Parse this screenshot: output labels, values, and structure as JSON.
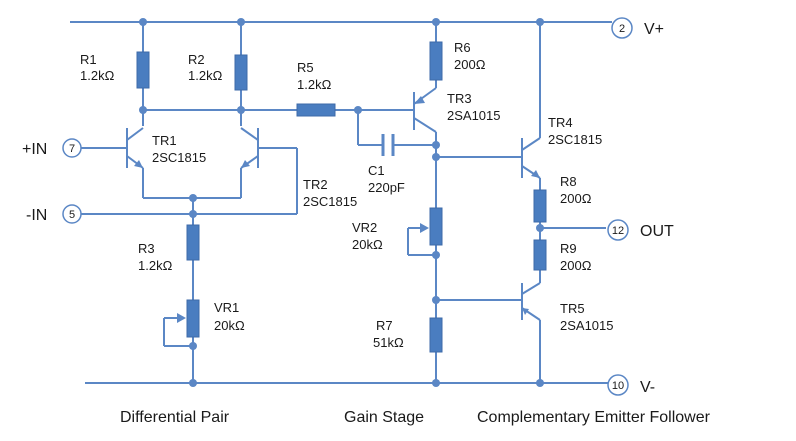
{
  "terminals": {
    "vplus_pin": "2",
    "vplus_label": "V+",
    "plus_in_pin": "7",
    "plus_in_label": "+IN",
    "minus_in_pin": "5",
    "minus_in_label": "-IN",
    "out_pin": "12",
    "out_label": "OUT",
    "vminus_pin": "10",
    "vminus_label": "V-"
  },
  "components": {
    "r1": {
      "name": "R1",
      "value": "1.2kΩ"
    },
    "r2": {
      "name": "R2",
      "value": "1.2kΩ"
    },
    "r5": {
      "name": "R5",
      "value": "1.2kΩ"
    },
    "r6": {
      "name": "R6",
      "value": "200Ω"
    },
    "tr3": {
      "name": "TR3",
      "part": "2SA1015"
    },
    "tr1": {
      "name": "TR1",
      "part": "2SC1815"
    },
    "tr2": {
      "name": "TR2",
      "part": "2SC1815"
    },
    "c1": {
      "name": "C1",
      "value": "220pF"
    },
    "tr4": {
      "name": "TR4",
      "part": "2SC1815"
    },
    "r8": {
      "name": "R8",
      "value": "200Ω"
    },
    "r9": {
      "name": "R9",
      "value": "200Ω"
    },
    "vr2": {
      "name": "VR2",
      "value": "20kΩ"
    },
    "r3": {
      "name": "R3",
      "value": "1.2kΩ"
    },
    "vr1": {
      "name": "VR1",
      "value": "20kΩ"
    },
    "r7": {
      "name": "R7",
      "value": "51kΩ"
    },
    "tr5": {
      "name": "TR5",
      "part": "2SA1015"
    }
  },
  "sections": [
    "Differential Pair",
    "Gain Stage",
    "Complementary Emitter Follower"
  ],
  "colors": {
    "wire": "#5b87c5",
    "component": "#4a7dc0",
    "text": "#1a1a1a"
  }
}
